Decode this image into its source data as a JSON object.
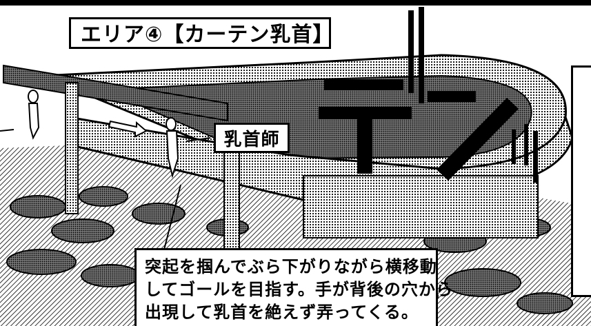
{
  "title_caption": "エリア④【カーテン乳首】",
  "label_caption": "乳首師",
  "description_lines": [
    "突起を掴んでぶら下がりながら横移動",
    "してゴールを目指す。手が背後の穴から",
    "出現して乳首を絶えず弄ってくる。"
  ],
  "colors": {
    "ink": "#000000",
    "paper": "#ffffff",
    "tone": "#8a8a8a"
  }
}
